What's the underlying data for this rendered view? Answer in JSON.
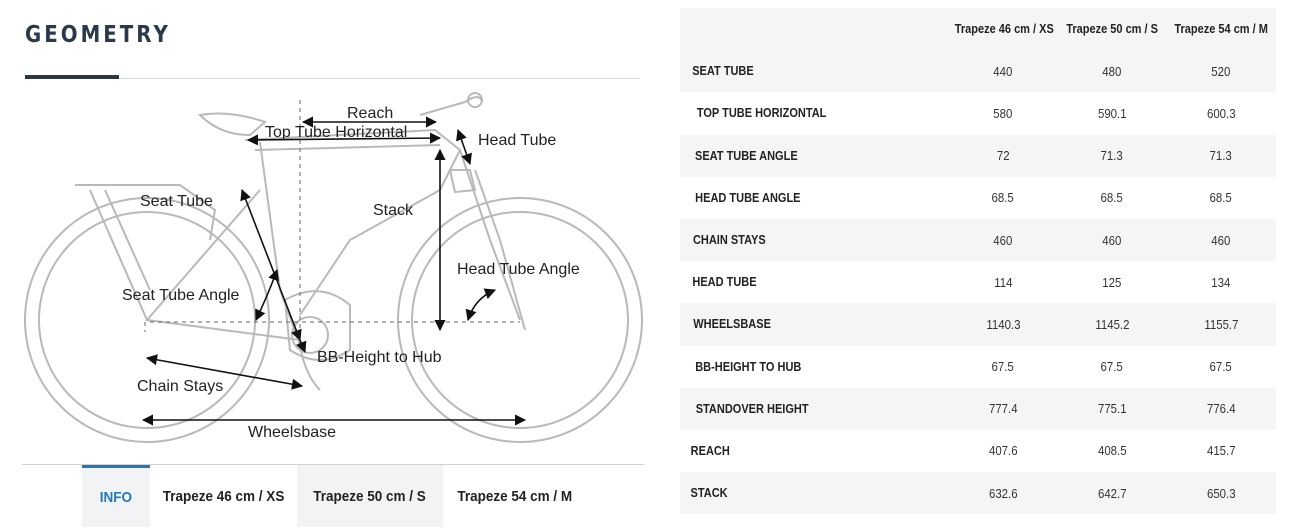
{
  "section": {
    "title": "GEOMETRY"
  },
  "diagram_labels": {
    "reach": "Reach",
    "top_tube_horizontal": "Top Tube Horizontal",
    "head_tube": "Head Tube",
    "seat_tube": "Seat Tube",
    "stack": "Stack",
    "head_tube_angle": "Head Tube Angle",
    "seat_tube_angle": "Seat Tube Angle",
    "bb_height_to_hub": "BB-Height to Hub",
    "chain_stays": "Chain Stays",
    "wheelsbase": "Wheelsbase"
  },
  "tabs": [
    {
      "label": "INFO",
      "active": true
    },
    {
      "label": "Trapeze 46 cm / XS",
      "active": false
    },
    {
      "label": "Trapeze 50 cm / S",
      "active": false
    },
    {
      "label": "Trapeze 54 cm / M",
      "active": false
    }
  ],
  "table": {
    "columns": [
      "",
      "Trapeze 46 cm / XS",
      "Trapeze 50 cm / S",
      "Trapeze 54 cm / M"
    ],
    "rows": [
      [
        "SEAT TUBE",
        "440",
        "480",
        "520"
      ],
      [
        "TOP TUBE HORIZONTAL",
        "580",
        "590.1",
        "600.3"
      ],
      [
        "SEAT TUBE ANGLE",
        "72",
        "71.3",
        "71.3"
      ],
      [
        "HEAD TUBE ANGLE",
        "68.5",
        "68.5",
        "68.5"
      ],
      [
        "CHAIN STAYS",
        "460",
        "460",
        "460"
      ],
      [
        "HEAD TUBE",
        "114",
        "125",
        "134"
      ],
      [
        "WHEELSBASE",
        "1140.3",
        "1145.2",
        "1155.7"
      ],
      [
        "BB-HEIGHT TO HUB",
        "67.5",
        "67.5",
        "67.5"
      ],
      [
        "STANDOVER HEIGHT",
        "777.4",
        "775.1",
        "776.4"
      ],
      [
        "REACH",
        "407.6",
        "408.5",
        "415.7"
      ],
      [
        "STACK",
        "632.6",
        "642.7",
        "650.3"
      ]
    ]
  },
  "colors": {
    "accent": "#1e7bc2",
    "title": "#2b3a4a",
    "row_alt": "#f4f5f6"
  }
}
